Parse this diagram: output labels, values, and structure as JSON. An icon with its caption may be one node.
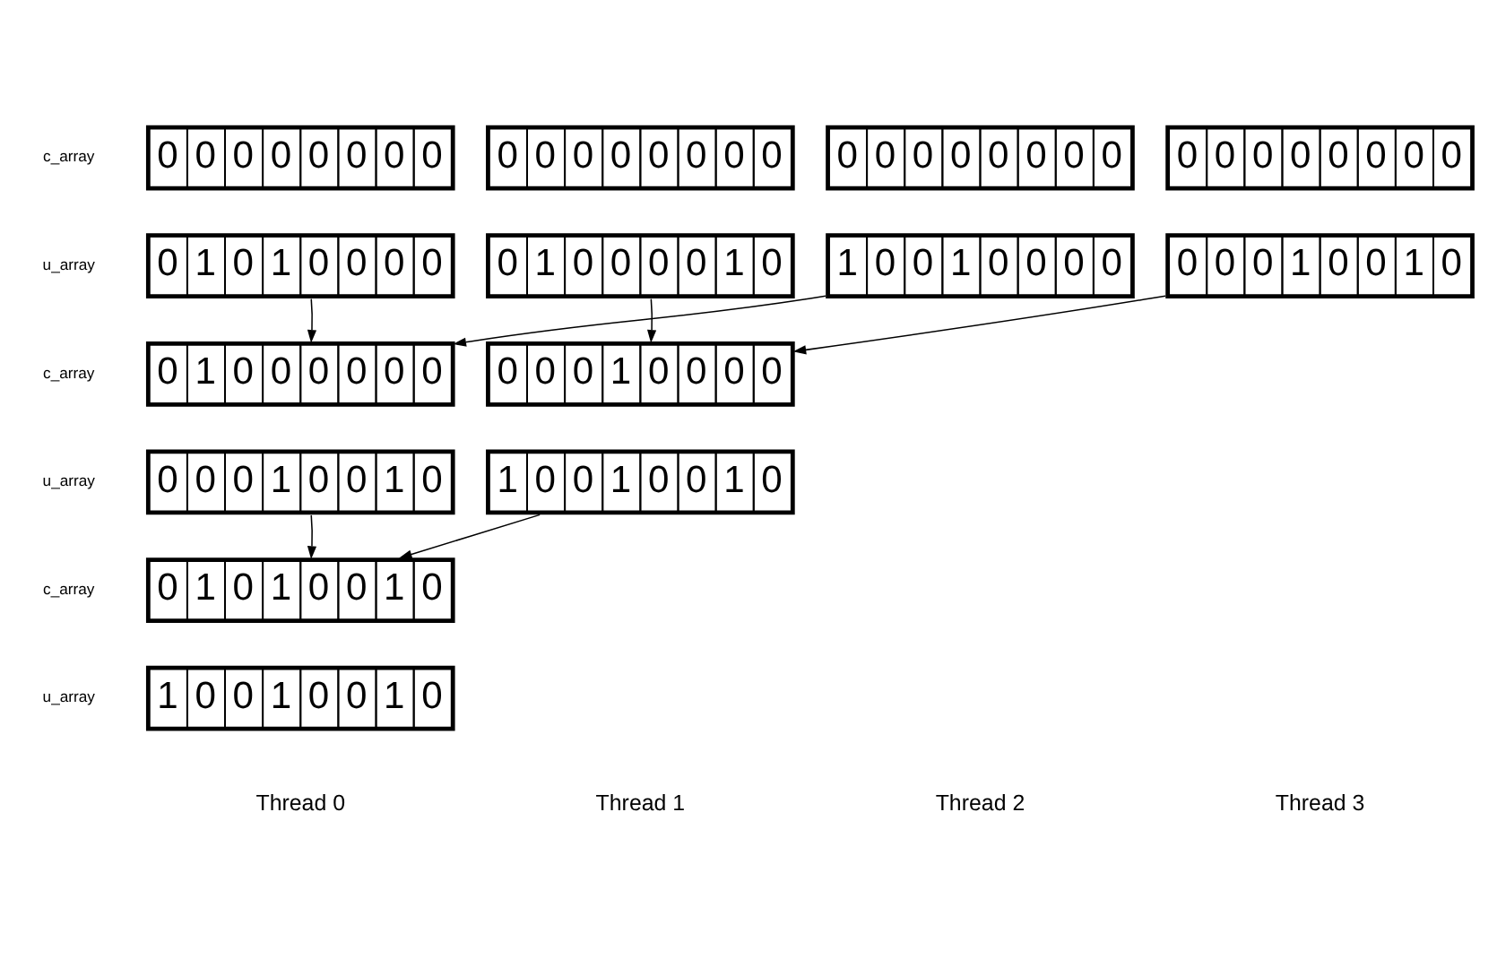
{
  "diagram": {
    "nodes": [
      {
        "text": [
          "0",
          "0",
          "0",
          "0",
          "0",
          "0",
          "0",
          "0"
        ]
      },
      {
        "text": [
          "0",
          "0",
          "0",
          "0",
          "0",
          "0",
          "0",
          "0"
        ]
      },
      {
        "text": [
          "0",
          "0",
          "0",
          "0",
          "0",
          "0",
          "0",
          "0"
        ]
      },
      {
        "text": [
          "0",
          "0",
          "0",
          "0",
          "0",
          "0",
          "0",
          "0"
        ]
      },
      {
        "text": [
          "0",
          "1",
          "0",
          "1",
          "0",
          "0",
          "0",
          "0"
        ]
      },
      {
        "text": [
          "0",
          "1",
          "0",
          "0",
          "0",
          "0",
          "1",
          "0"
        ]
      },
      {
        "text": [
          "1",
          "0",
          "0",
          "1",
          "0",
          "0",
          "0",
          "0"
        ]
      },
      {
        "text": [
          "0",
          "0",
          "0",
          "1",
          "0",
          "0",
          "1",
          "0"
        ]
      },
      {
        "text": [
          "0",
          "1",
          "0",
          "0",
          "0",
          "0",
          "0",
          "0"
        ]
      },
      {
        "text": [
          "0",
          "0",
          "0",
          "1",
          "0",
          "0",
          "0",
          "0"
        ]
      },
      {
        "text": [
          "0",
          "0",
          "0",
          "1",
          "0",
          "0",
          "1",
          "0"
        ]
      },
      {
        "text": [
          "1",
          "0",
          "0",
          "1",
          "0",
          "0",
          "1",
          "0"
        ]
      },
      {
        "text": [
          "0",
          "1",
          "0",
          "1",
          "0",
          "0",
          "1",
          "0"
        ]
      },
      {
        "text": [
          "1",
          "0",
          "0",
          "1",
          "0",
          "0",
          "1",
          "0"
        ]
      }
    ],
    "edges": [
      {
        "from": 4,
        "to": 8,
        "arrow": "to"
      },
      {
        "from": 5,
        "to": 9,
        "arrow": "to"
      },
      {
        "from": 6,
        "to": 8,
        "arrow": "to"
      },
      {
        "from": 7,
        "to": 9,
        "arrow": "to"
      },
      {
        "from": 10,
        "to": 12,
        "arrow": "to"
      },
      {
        "from": 11,
        "to": 12,
        "arrow": "to"
      }
    ],
    "labels": [
      "c_array",
      "u_array",
      "c_array",
      "u_array",
      "c_array",
      "u_array",
      "Thread 0",
      "Thread 1",
      "Thread 2",
      "Thread 3"
    ]
  }
}
